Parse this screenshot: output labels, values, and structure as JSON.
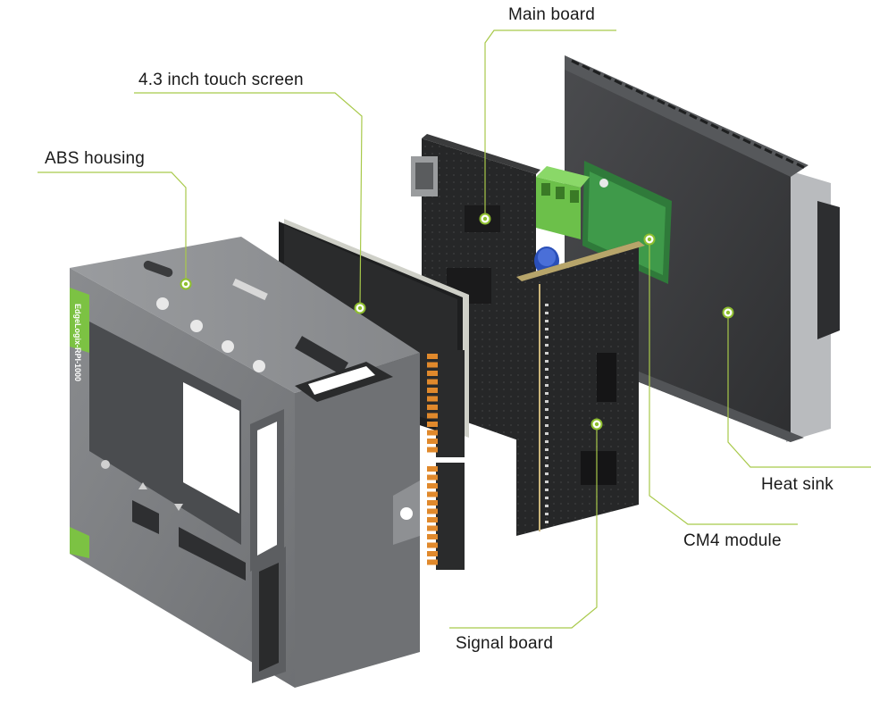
{
  "diagram": {
    "labels": {
      "main_board": "Main board",
      "touch_screen": "4.3 inch touch screen",
      "abs_housing": "ABS housing",
      "heat_sink": "Heat sink",
      "cm4_module": "CM4 module",
      "signal_board": "Signal board"
    },
    "device_brand": "EdgeLogix-RPI-1000"
  },
  "colors": {
    "leader_line": "#a8c94a",
    "marker": "#8fbf2f",
    "housing": "#7d7f82",
    "pcb": "#2a2b2c",
    "heat_sink": "#3a3b3d",
    "terminal": "#e0892c",
    "green_connector": "#6cc04a"
  }
}
